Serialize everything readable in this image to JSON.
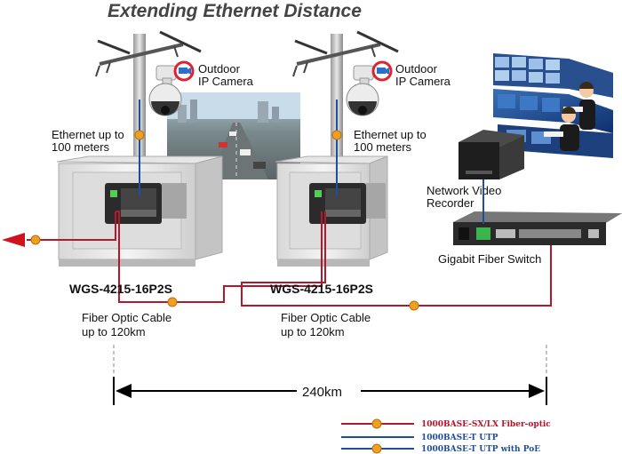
{
  "title": "Extending Ethernet Distance",
  "cameras": [
    {
      "line1": "Outdoor",
      "line2": "IP Camera"
    },
    {
      "line1": "Outdoor",
      "line2": "IP Camera"
    }
  ],
  "ethernet": [
    {
      "line1": "Ethernet up to",
      "line2": "100 meters"
    },
    {
      "line1": "Ethernet up to",
      "line2": "100 meters"
    }
  ],
  "switches": [
    {
      "model": "WGS-4215-16P2S"
    },
    {
      "model": "WGS-4215-16P2S"
    }
  ],
  "fiber": [
    {
      "line1": "Fiber Optic Cable",
      "line2": "up to 120km"
    },
    {
      "line1": "Fiber Optic Cable",
      "line2": "up to 120km"
    }
  ],
  "nvr": {
    "line1": "Network Video",
    "line2": "Recorder"
  },
  "gigabit_switch": {
    "label": "Gigabit Fiber Switch"
  },
  "distance": {
    "label": "240km"
  },
  "legend": [
    {
      "label": "1000BASE-SX/LX Fiber-optic",
      "color": "#c0102a"
    },
    {
      "label": "1000BASE-T UTP",
      "color": "#1f4e9c"
    },
    {
      "label": "1000BASE-T UTP with PoE",
      "color": "#1f4e9c"
    }
  ],
  "colors": {
    "fiber": "#b5182b",
    "utp": "#1f4e9c",
    "poe_dot": "#f0a020"
  }
}
